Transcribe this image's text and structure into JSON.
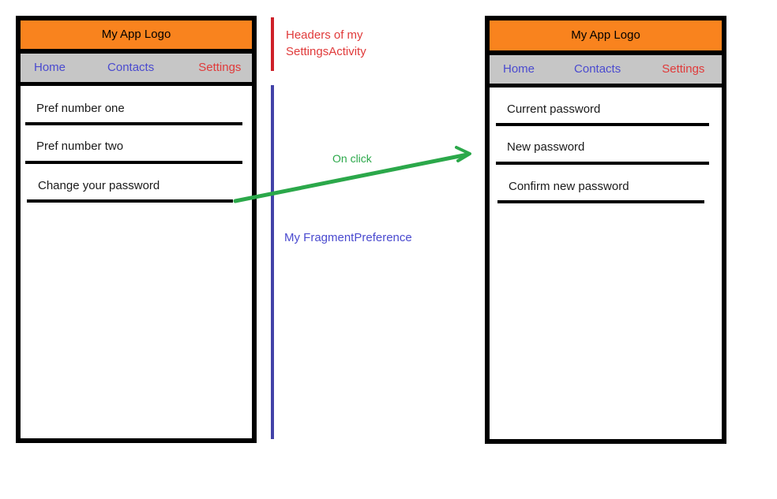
{
  "colors": {
    "app_bar": "#F9831E",
    "nav_bar": "#C6C6C6",
    "border": "#000000",
    "nav_link": "#4A4ACF",
    "nav_active": "#E03A3A",
    "annotation_red": "#E03A3A",
    "annotation_blue": "#4A4ACF",
    "annotation_green": "#2BA84A",
    "bar_red": "#CE2029",
    "bar_blue": "#4242A8"
  },
  "left_phone": {
    "app_bar_title": "My App Logo",
    "nav": {
      "home": "Home",
      "contacts": "Contacts",
      "settings": "Settings"
    },
    "list": [
      {
        "label": "Pref number one"
      },
      {
        "label": "Pref number two"
      },
      {
        "label": "Change your password"
      }
    ]
  },
  "right_phone": {
    "app_bar_title": "My App Logo",
    "nav": {
      "home": "Home",
      "contacts": "Contacts",
      "settings": "Settings"
    },
    "list": [
      {
        "label": "Current password"
      },
      {
        "label": "New password"
      },
      {
        "label": "Confirm new password"
      }
    ]
  },
  "annotations": {
    "headers_label": "Headers of my\nSettingsActivity",
    "fragment_label": "My FragmentPreference",
    "onclick_label": "On click"
  }
}
